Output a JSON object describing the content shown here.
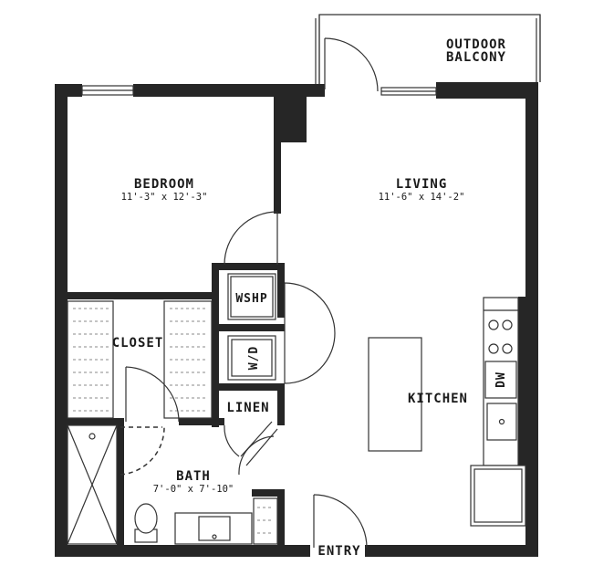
{
  "rooms": {
    "balcony": {
      "line1": "OUTDOOR",
      "line2": "BALCONY"
    },
    "bedroom": {
      "name": "BEDROOM",
      "dims": "11'-3\" x 12'-3\""
    },
    "living": {
      "name": "LIVING",
      "dims": "11'-6\" x 14'-2\""
    },
    "closet": {
      "name": "CLOSET"
    },
    "bath": {
      "name": "BATH",
      "dims": "7'-0\" x 7'-10\""
    },
    "kitchen": {
      "name": "KITCHEN"
    },
    "linen": {
      "name": "LINEN"
    },
    "entry": {
      "name": "ENTRY"
    }
  },
  "fixtures": {
    "wshp": "WSHP",
    "washer_dryer": "W/D",
    "dishwasher": "DW"
  },
  "colors": {
    "wall": "#262626",
    "line": "#333333",
    "background": "#ffffff"
  }
}
